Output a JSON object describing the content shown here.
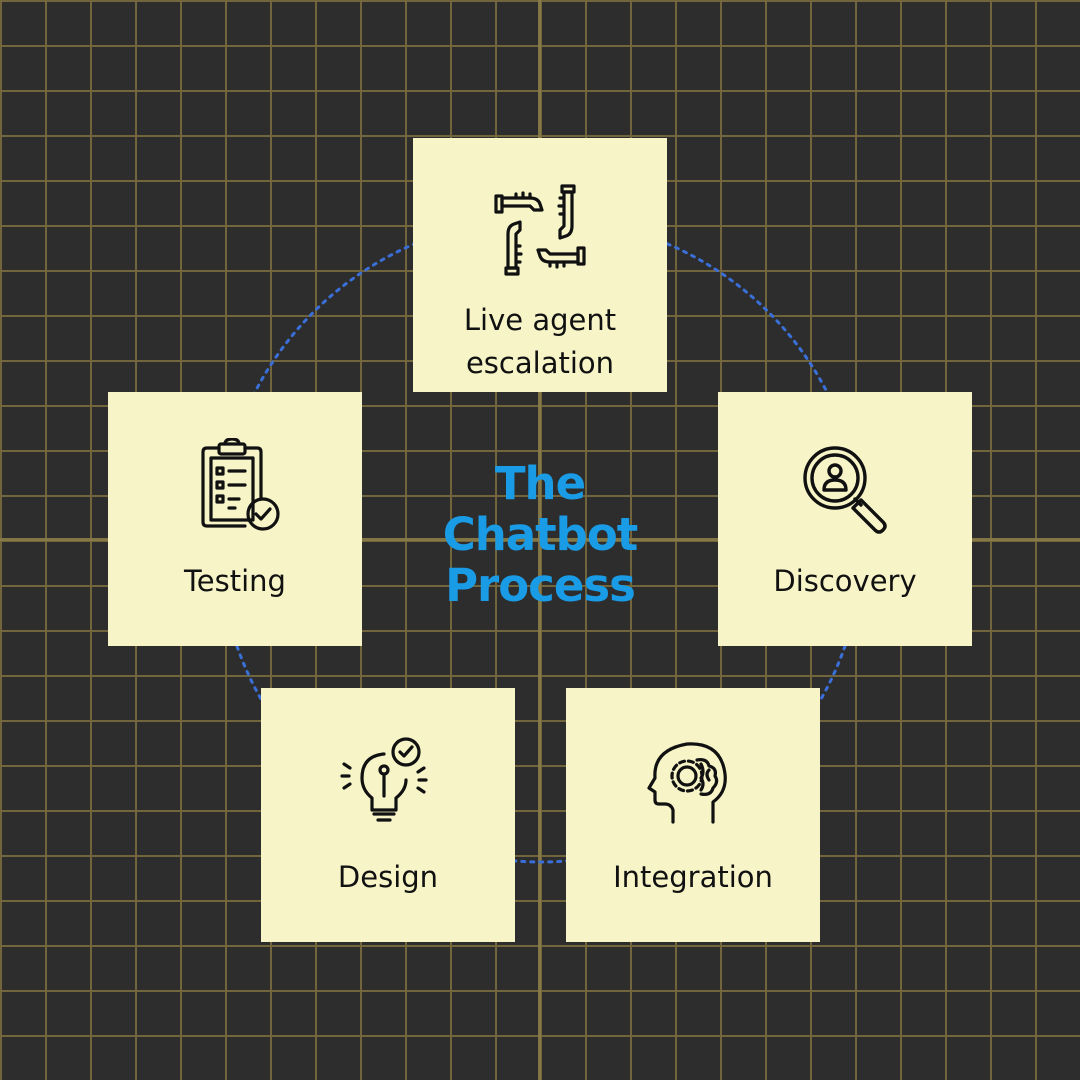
{
  "title": {
    "line1": "The",
    "line2": "Chatbot",
    "line3": "Process"
  },
  "colors": {
    "background": "#2d2d2d",
    "grid": "#75683c",
    "card": "#f7f5c8",
    "title": "#1a9be6",
    "ring": "#3a6fd8",
    "icon": "#111111"
  },
  "steps": [
    {
      "label_line1": "Live agent",
      "label_line2": "escalation",
      "icon": "hands-teamwork-icon"
    },
    {
      "label": "Discovery",
      "icon": "user-search-icon"
    },
    {
      "label": "Integration",
      "icon": "brain-gear-icon"
    },
    {
      "label": "Design",
      "icon": "lightbulb-check-icon"
    },
    {
      "label": "Testing",
      "icon": "clipboard-check-icon"
    }
  ]
}
